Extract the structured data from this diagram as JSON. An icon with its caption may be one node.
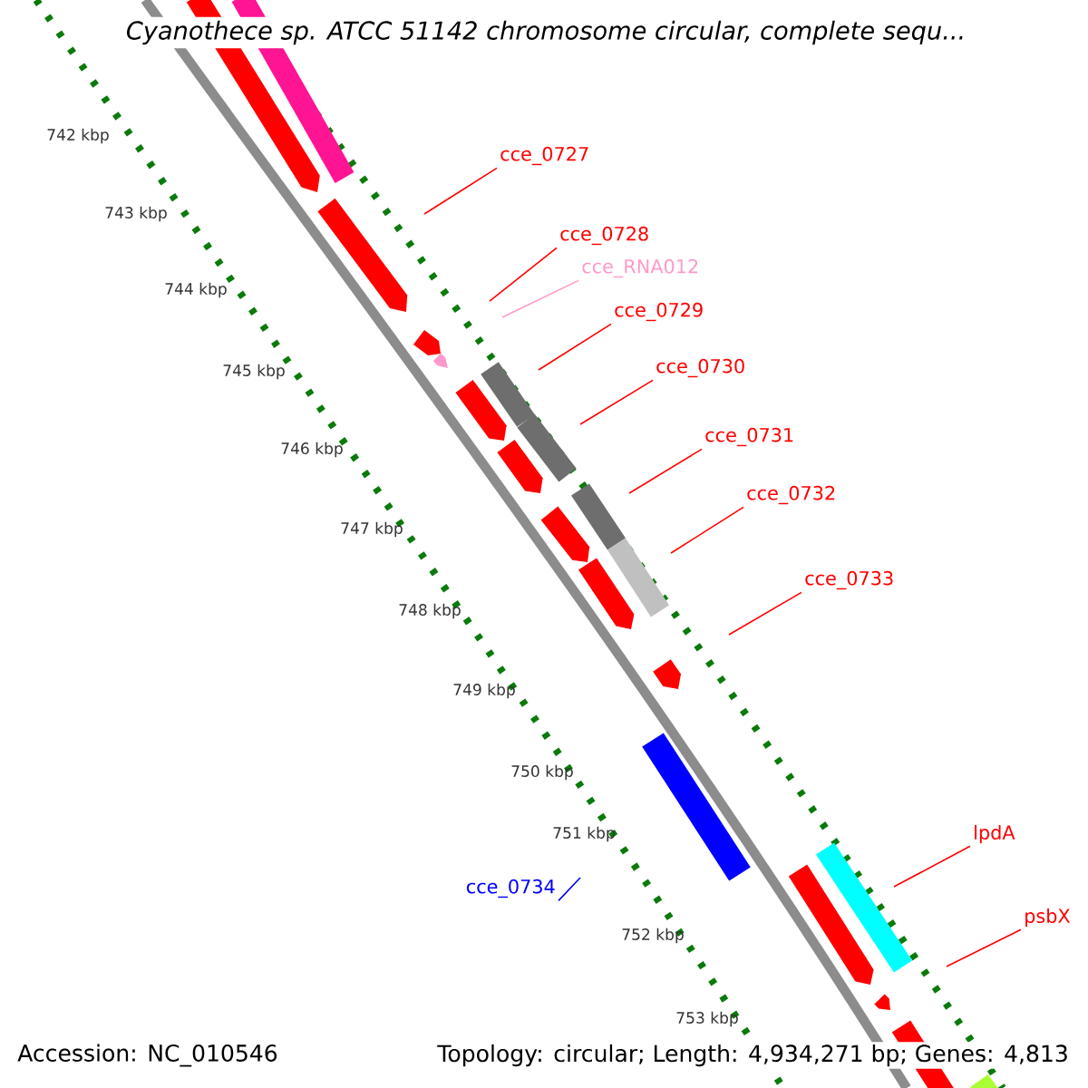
{
  "diagram": {
    "title": "Cyanothece sp. ATCC 51142 chromosome circular, complete sequ...",
    "nodes": [
      {
        "text": [
          "cce_0727"
        ]
      },
      {
        "text": [
          "cce_0728"
        ]
      },
      {
        "text": [
          "cce_RNA012"
        ]
      },
      {
        "text": [
          "cce_0729"
        ]
      },
      {
        "text": [
          "cce_0730"
        ]
      },
      {
        "text": [
          "cce_0731"
        ]
      },
      {
        "text": [
          "cce_0732"
        ]
      },
      {
        "text": [
          "cce_0733"
        ]
      },
      {
        "text": [
          "lpdA"
        ]
      },
      {
        "text": [
          "psbX"
        ]
      },
      {
        "text": [
          "cce_0734"
        ]
      }
    ],
    "edges": [
      {
        "from": 0,
        "to": null,
        "arrow": "none"
      },
      {
        "from": 1,
        "to": null,
        "arrow": "none"
      },
      {
        "from": 2,
        "to": null,
        "arrow": "none",
        "color": "#ff99cc"
      },
      {
        "from": 3,
        "to": null,
        "arrow": "none"
      },
      {
        "from": 4,
        "to": null,
        "arrow": "none"
      },
      {
        "from": 5,
        "to": null,
        "arrow": "none"
      },
      {
        "from": 6,
        "to": null,
        "arrow": "none"
      },
      {
        "from": 7,
        "to": null,
        "arrow": "none"
      },
      {
        "from": 8,
        "to": null,
        "arrow": "none"
      },
      {
        "from": 9,
        "to": null,
        "arrow": "none"
      },
      {
        "from": 10,
        "to": null,
        "arrow": "none",
        "color": "#0000ff"
      }
    ],
    "labels": [
      "742 kbp",
      "743 kbp",
      "744 kbp",
      "745 kbp",
      "746 kbp",
      "747 kbp",
      "748 kbp",
      "749 kbp",
      "750 kbp",
      "751 kbp",
      "752 kbp",
      "753 kbp",
      "Accession: NC_010546",
      "Topology: circular; Length: 4,934,271 bp; Genes: 4,813"
    ]
  }
}
